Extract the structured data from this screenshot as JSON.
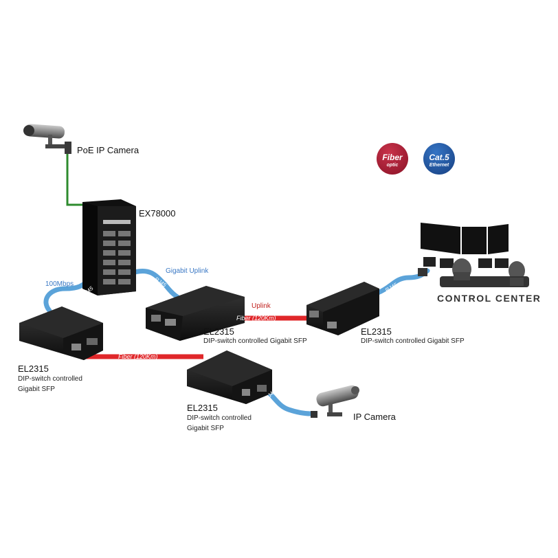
{
  "diagram": {
    "nodes": {
      "poe_camera": "PoE IP Camera",
      "switch": "EX78000",
      "ip_camera": "IP Camera",
      "control_center": "CONTROL CENTER"
    },
    "converters": {
      "left": {
        "model": "EL2315",
        "desc_line1": "DIP-switch controlled",
        "desc_line2": "Gigabit SFP"
      },
      "center": {
        "model": "EL2315",
        "desc": "DIP-switch controlled Gigabit SFP"
      },
      "right": {
        "model": "EL2315",
        "desc": "DIP-switch controlled Gigabit SFP"
      },
      "bottom": {
        "model": "EL2315",
        "desc_line1": "DIP-switch controlled",
        "desc_line2": "Gigabit SFP"
      }
    },
    "links": {
      "speed_100": "100Mbps",
      "gigabit_uplink": "Gigabit Uplink",
      "uplink": "Uplink",
      "fiber_1": "Fiber (120Km)",
      "fiber_2": "Fiber (120Km)",
      "rj45_1": "RJ45",
      "rj45_2": "RJ45",
      "rj45_3": "RJ45",
      "rj45_4": "RJ45"
    },
    "legend": {
      "fiber": {
        "line1": "Fiber",
        "line2": "optic",
        "color": "#a3182b"
      },
      "cat5": {
        "line1": "Cat.5",
        "line2": "Ethernet",
        "color": "#1d4f98"
      }
    },
    "colors": {
      "fiber": "#e0272a",
      "ethernet": "#5ba3d9",
      "poe": "#2e8b2e"
    }
  }
}
